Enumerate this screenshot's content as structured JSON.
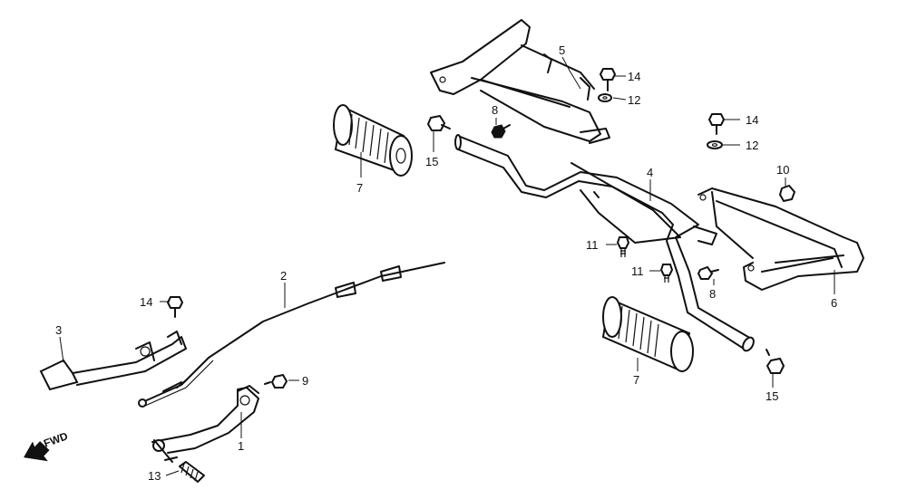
{
  "diagram": {
    "labels": {
      "n1": "1",
      "n2": "2",
      "n3": "3",
      "n4": "4",
      "n5": "5",
      "n6": "6",
      "n7a": "7",
      "n7b": "7",
      "n8a": "8",
      "n8b": "8",
      "n9": "9",
      "n10": "10",
      "n11a": "11",
      "n11b": "11",
      "n12a": "12",
      "n12b": "12",
      "n13": "13",
      "n14a": "14",
      "n14b": "14",
      "n14c": "14",
      "n15a": "15",
      "n15b": "15"
    },
    "fwd": "FWD"
  }
}
